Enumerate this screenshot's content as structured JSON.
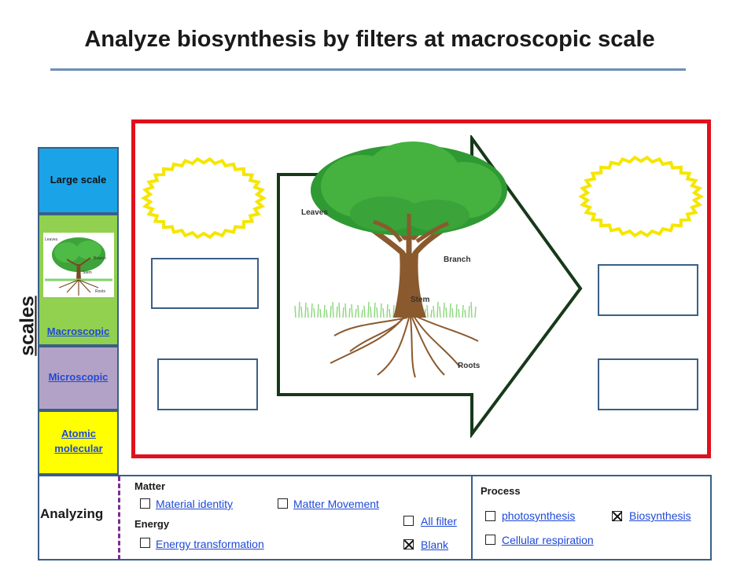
{
  "title": "Analyze biosynthesis by filters at macroscopic scale",
  "scales": {
    "axis_label": "scales",
    "items": [
      {
        "label": "Large scale",
        "color": "#1ba3e8"
      },
      {
        "label": "Macroscopic",
        "color": "#92d050"
      },
      {
        "label": "Microscopic",
        "color": "#b3a2c7"
      },
      {
        "label": "Atomic molecular",
        "color": "#ffff00"
      }
    ],
    "thumb_labels": {
      "leaves": "Leaves",
      "branch": "Branch",
      "stem": "Stem",
      "roots": "Roots"
    }
  },
  "diagram": {
    "tree_labels": {
      "leaves": "Leaves",
      "branch": "Branch",
      "stem": "Stem",
      "roots": "Roots"
    },
    "frame_color": "#e0101c",
    "arrow_color": "#17391a",
    "sun_color": "#f5e600"
  },
  "analyzing": {
    "label": "Analyzing",
    "matter_header": "Matter",
    "energy_header": "Energy",
    "process_header": "Process",
    "options": {
      "material_identity": {
        "label": "Material identity",
        "checked": false
      },
      "matter_movement": {
        "label": "Matter Movement",
        "checked": false
      },
      "all_filter": {
        "label": "All filter",
        "checked": false
      },
      "energy_transformation": {
        "label": "Energy transformation",
        "checked": false
      },
      "blank": {
        "label": "Blank",
        "checked": true
      },
      "photosynthesis": {
        "label": "photosynthesis",
        "checked": false
      },
      "biosynthesis": {
        "label": "Biosynthesis",
        "checked": true
      },
      "cellular_respiration": {
        "label": "Cellular respiration",
        "checked": false
      }
    }
  }
}
